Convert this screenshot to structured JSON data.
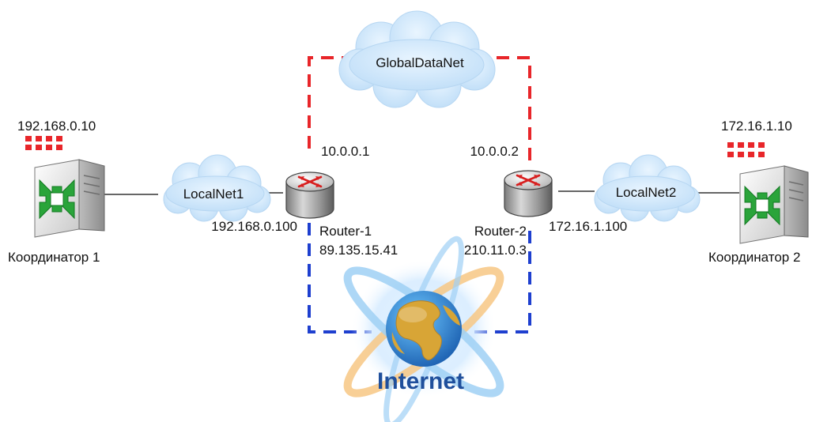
{
  "colors": {
    "global_link": "#e8262a",
    "internet_link": "#1e3fcf",
    "lan_link": "#666666",
    "cloud_fill": "#cfe7fb",
    "server_icon": "#2aa43a",
    "marker_red": "#e8262a",
    "internet_text": "#1f4f9c"
  },
  "icons": {
    "coordinator": "server-icon",
    "router": "router-icon",
    "cloud": "cloud-icon",
    "internet": "globe-icon"
  },
  "coordinator1": {
    "label": "Координатор 1",
    "ip": "192.168.0.10"
  },
  "coordinator2": {
    "label": "Координатор 2",
    "ip": "172.16.1.10"
  },
  "localnet1": {
    "label": "LocalNet1"
  },
  "localnet2": {
    "label": "LocalNet2"
  },
  "globalnet": {
    "label": "GlobalDataNet"
  },
  "router1": {
    "name": "Router-1",
    "global_ip": "10.0.0.1",
    "local_ip": "192.168.0.100",
    "internet_ip": "89.135.15.41"
  },
  "router2": {
    "name": "Router-2",
    "global_ip": "10.0.0.2",
    "local_ip": "172.16.1.100",
    "internet_ip": "210.11.0.3"
  },
  "internet": {
    "label": "Internet"
  }
}
